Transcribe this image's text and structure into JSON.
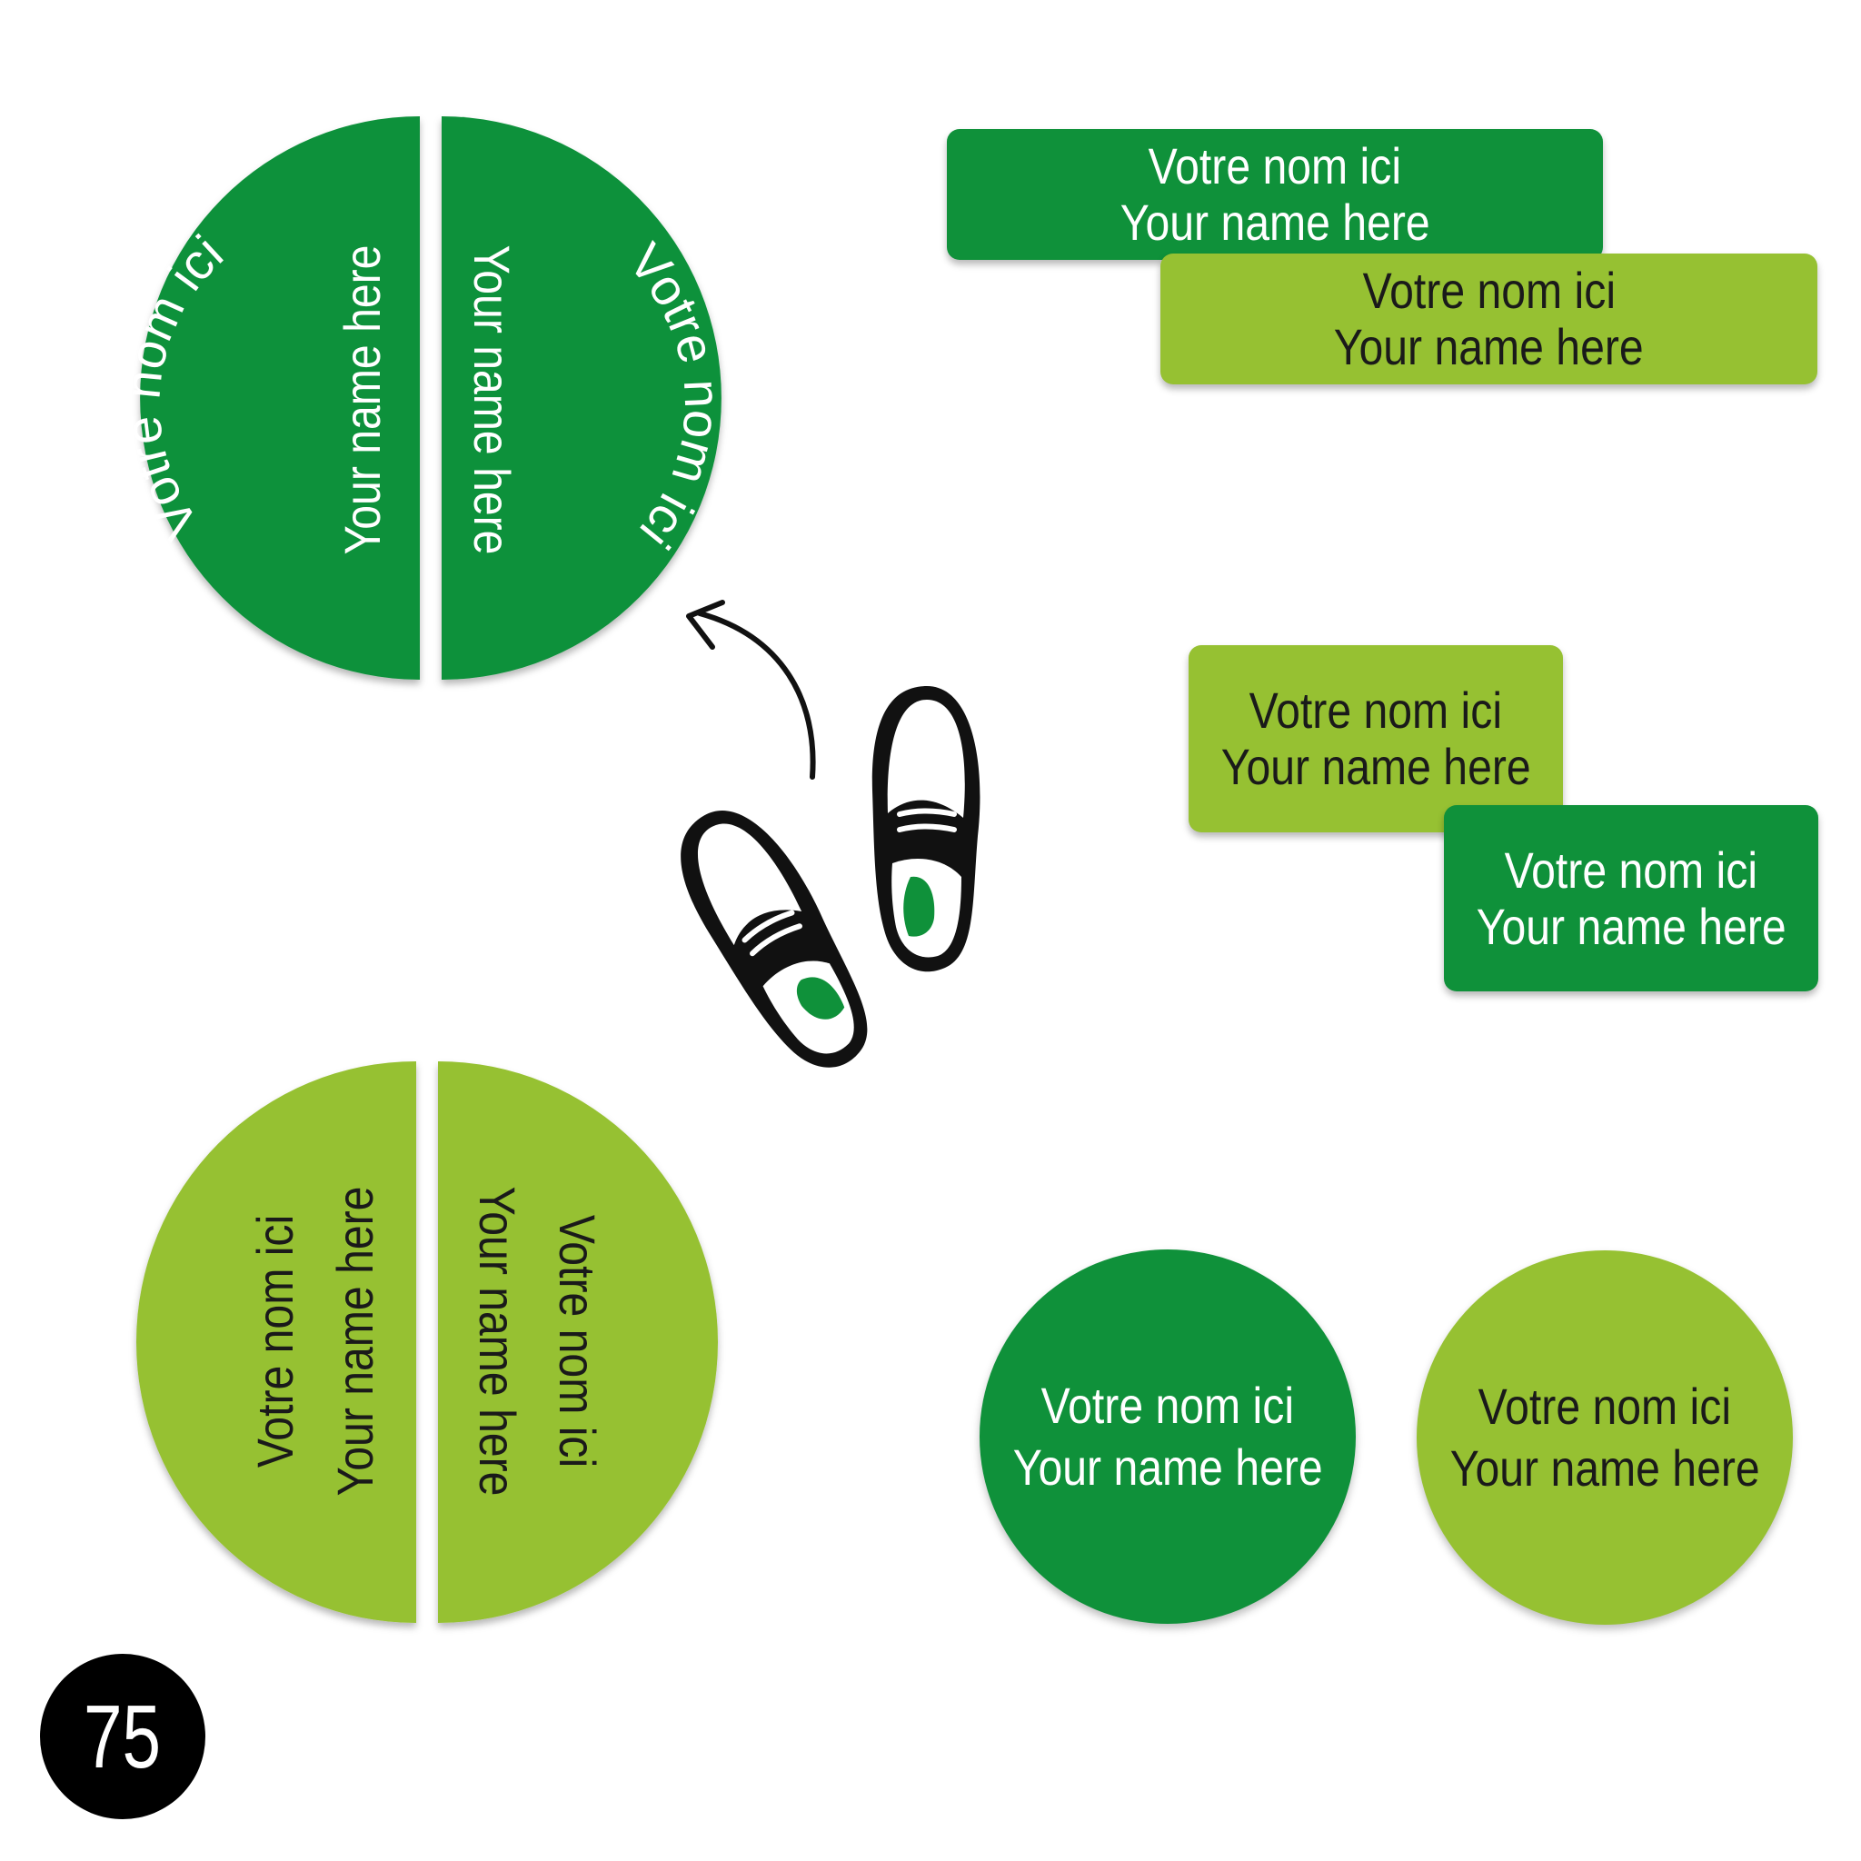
{
  "labels": {
    "fr": "Votre nom ici",
    "en": "Your name here"
  },
  "badge": {
    "number": "75"
  },
  "colors": {
    "dark_green": "#0f913a",
    "light_green": "#96c132",
    "white_text": "#ffffff",
    "dark_text": "#1a1a1a"
  },
  "icons": [
    "curved-arrow-icon",
    "sneakers-icon"
  ]
}
